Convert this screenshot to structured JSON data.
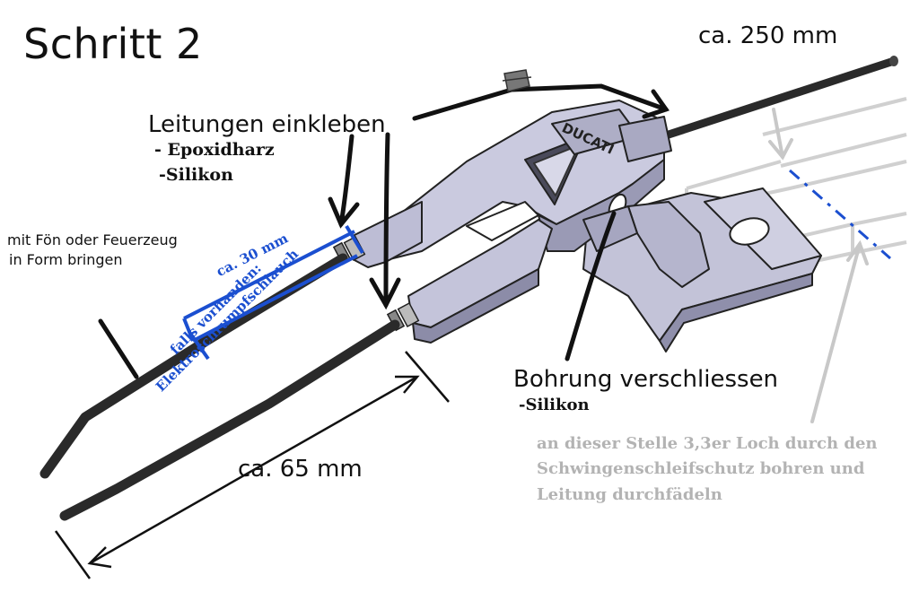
{
  "title": "Schritt 2",
  "labels": {
    "length_250": "ca. 250 mm",
    "glue_heading": "Leitungen einkleben",
    "glue_option_1": "- Epoxidharz",
    "glue_option_2": "-Silikon",
    "shape_line_1": "mit Fön oder Feuerzeug",
    "shape_line_2": "in Form bringen",
    "length_30": "ca. 30 mm",
    "shrink_line_1": "falls vorhanden:",
    "shrink_line_2": "Elektroschrumpfschlauch",
    "length_65": "ca. 65 mm",
    "bore_heading": "Bohrung verschliessen",
    "bore_method": "-Silikon",
    "drill_note_1": "an dieser Stelle 3,3er Loch durch den",
    "drill_note_2": "Schwingenschleifschutz bohren und",
    "drill_note_3": "Leitung durchfädeln"
  },
  "part_brand": "DUCATI",
  "colors": {
    "text": "#111111",
    "blue_annotation": "#1b4fd0",
    "grey_annotation": "#b3b3b3",
    "part_fill": "#c9c9dc",
    "part_shadow": "#8f8fab",
    "wire": "#2a2a2a"
  }
}
